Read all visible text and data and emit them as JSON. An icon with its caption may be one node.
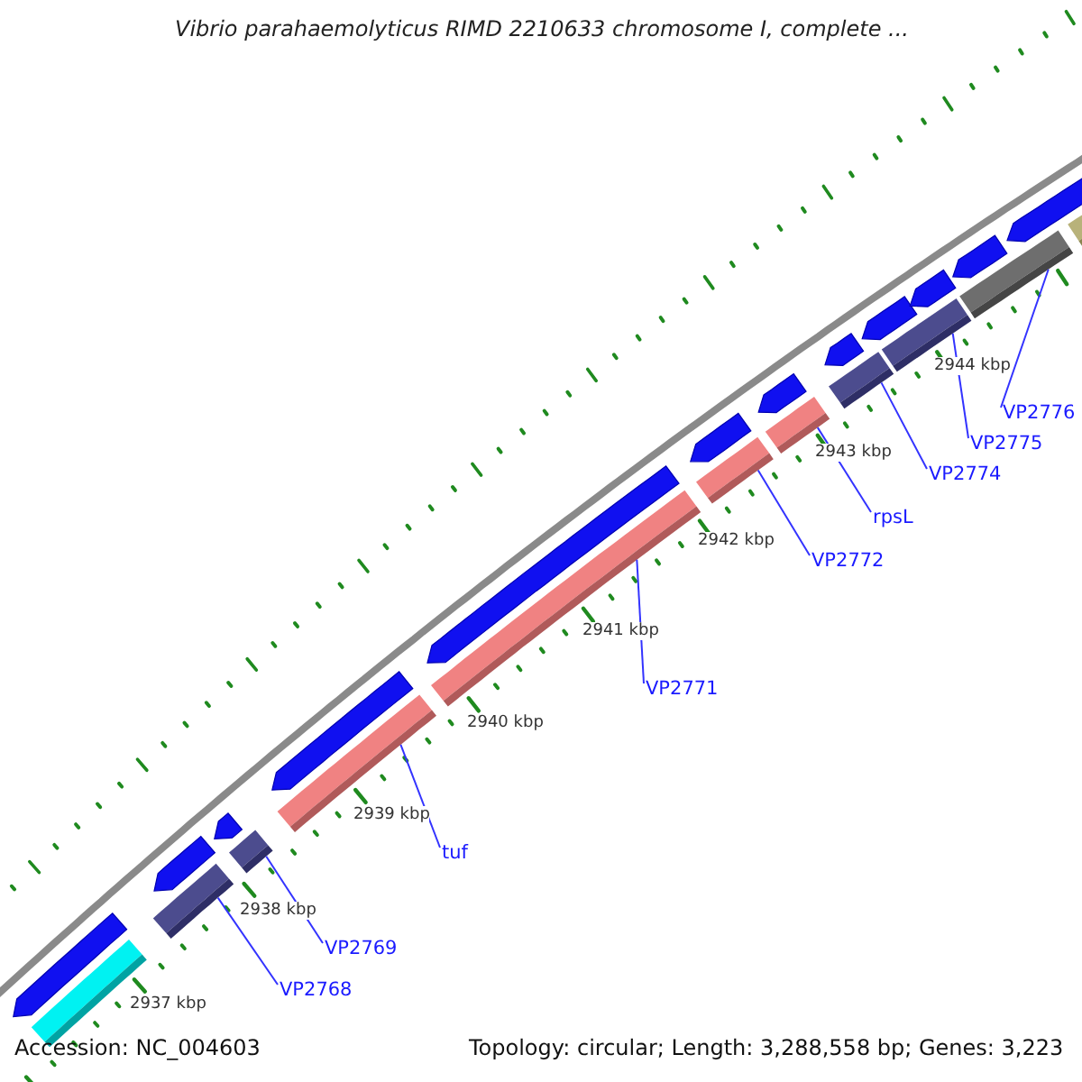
{
  "diagram": {
    "title": "Vibrio parahaemolyticus RIMD 2210633 chromosome I, complete ...",
    "nodes": [
      {
        "text": [],
        "shape": "arrow"
      },
      {
        "text": [],
        "shape": "bar"
      },
      {
        "text": [],
        "shape": "arrow"
      },
      {
        "text": [],
        "shape": "bar"
      },
      {
        "text": [],
        "shape": "arrow"
      },
      {
        "text": [],
        "shape": "bar"
      },
      {
        "text": [],
        "shape": "arrow"
      },
      {
        "text": [],
        "shape": "bar"
      },
      {
        "text": [],
        "shape": "arrow"
      },
      {
        "text": [],
        "shape": "bar"
      },
      {
        "text": [],
        "shape": "arrow"
      },
      {
        "text": [],
        "shape": "bar"
      },
      {
        "text": [],
        "shape": "arrow"
      },
      {
        "text": [],
        "shape": "bar"
      },
      {
        "text": [],
        "shape": "arrow"
      },
      {
        "text": [],
        "shape": "bar"
      },
      {
        "text": [],
        "shape": "arrow"
      },
      {
        "text": [],
        "shape": "bar"
      },
      {
        "text": [],
        "shape": "arrow"
      },
      {
        "text": [],
        "shape": "arrow"
      },
      {
        "text": [],
        "shape": "bar"
      },
      {
        "text": [],
        "shape": "arrow"
      },
      {
        "text": [],
        "shape": "bar"
      },
      {
        "text": [
          "VP2768"
        ]
      },
      {
        "text": [
          "VP2769"
        ]
      },
      {
        "text": [
          "tuf"
        ]
      },
      {
        "text": [
          "VP2771"
        ]
      },
      {
        "text": [
          "VP2772"
        ]
      },
      {
        "text": [
          "rpsL"
        ]
      },
      {
        "text": [
          "VP2774"
        ]
      },
      {
        "text": [
          "VP2775"
        ]
      },
      {
        "text": [
          "VP2776"
        ]
      }
    ],
    "edges": [
      {
        "from": 23,
        "to": 3,
        "arrow": "none"
      },
      {
        "from": 24,
        "to": 5,
        "arrow": "none"
      },
      {
        "from": 25,
        "to": 7,
        "arrow": "none"
      },
      {
        "from": 26,
        "to": 9,
        "arrow": "none"
      },
      {
        "from": 27,
        "to": 11,
        "arrow": "none"
      },
      {
        "from": 28,
        "to": 13,
        "arrow": "none"
      },
      {
        "from": 29,
        "to": 15,
        "arrow": "none"
      },
      {
        "from": 30,
        "to": 17,
        "arrow": "none"
      },
      {
        "from": 31,
        "to": 20,
        "arrow": "none"
      }
    ],
    "labels": [
      "2944 kbp",
      "2943 kbp",
      "2942 kbp",
      "2941 kbp",
      "2940 kbp",
      "2939 kbp",
      "2938 kbp",
      "2937 kbp",
      "Accession: NC_004603",
      "Topology: circular; Length: 3,288,558 bp; Genes: 3,223"
    ]
  }
}
